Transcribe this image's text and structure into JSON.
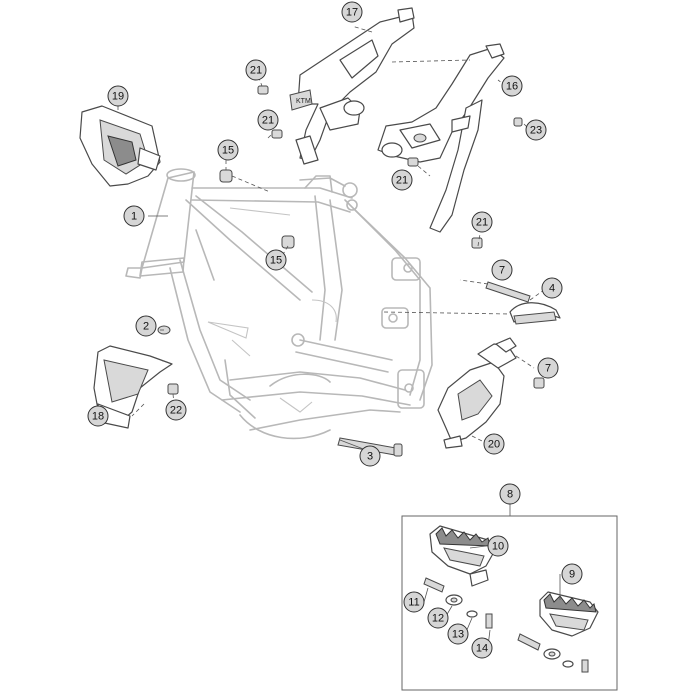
{
  "callouts": [
    {
      "id": "1",
      "label": "1"
    },
    {
      "id": "2",
      "label": "2"
    },
    {
      "id": "3",
      "label": "3"
    },
    {
      "id": "4",
      "label": "4"
    },
    {
      "id": "7a",
      "label": "7"
    },
    {
      "id": "7b",
      "label": "7"
    },
    {
      "id": "8",
      "label": "8"
    },
    {
      "id": "9",
      "label": "9"
    },
    {
      "id": "10",
      "label": "10"
    },
    {
      "id": "11",
      "label": "11"
    },
    {
      "id": "12",
      "label": "12"
    },
    {
      "id": "13",
      "label": "13"
    },
    {
      "id": "14",
      "label": "14"
    },
    {
      "id": "15a",
      "label": "15"
    },
    {
      "id": "15b",
      "label": "15"
    },
    {
      "id": "16",
      "label": "16"
    },
    {
      "id": "17",
      "label": "17"
    },
    {
      "id": "18",
      "label": "18"
    },
    {
      "id": "19",
      "label": "19"
    },
    {
      "id": "20",
      "label": "20"
    },
    {
      "id": "21a",
      "label": "21"
    },
    {
      "id": "21b",
      "label": "21"
    },
    {
      "id": "21c",
      "label": "21"
    },
    {
      "id": "21d",
      "label": "21"
    },
    {
      "id": "22",
      "label": "22"
    },
    {
      "id": "23",
      "label": "23"
    }
  ],
  "colors": {
    "frame": "#b8b8b8",
    "callout_fill": "#d6d6d6",
    "part_outline": "#4a4a4a"
  }
}
